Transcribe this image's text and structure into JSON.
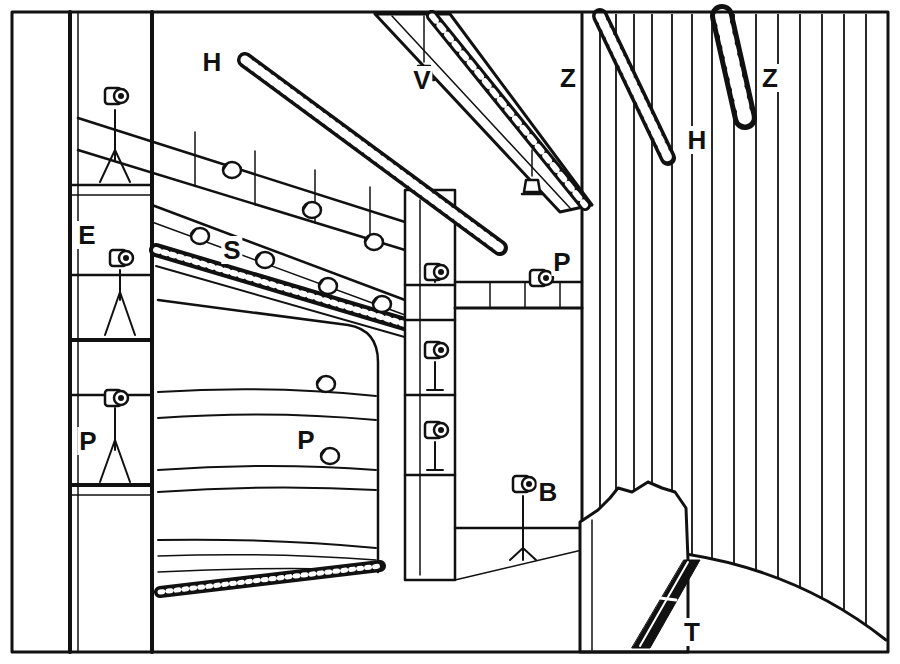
{
  "diagram": {
    "labels": [
      "H",
      "V",
      "Z",
      "Z",
      "H",
      "E",
      "S",
      "P",
      "P",
      "P",
      "B",
      "T"
    ]
  }
}
